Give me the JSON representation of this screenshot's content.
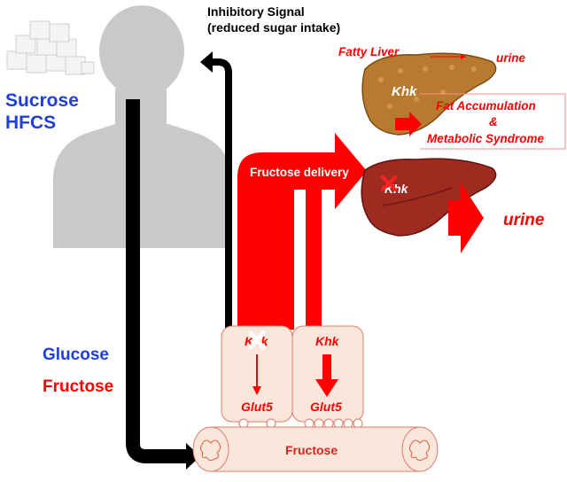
{
  "labels": {
    "inhibitory_line1": "Inhibitory Signal",
    "inhibitory_line2": "(reduced sugar intake)",
    "sucrose": "Sucrose",
    "hfcs": "HFCS",
    "glucose": "Glucose",
    "fructose_left": "Fructose",
    "fatty_liver": "Fatty Liver",
    "urine_top": "urine",
    "khk_liver": "Khk",
    "fat_accum_1": "Fat Accumulation",
    "fat_accum_amp": "&",
    "fat_accum_2": "Metabolic Syndrome",
    "fructose_delivery": "Fructose delivery",
    "khk_liver_ko": "Khk",
    "urine_right": "urine",
    "khk_cell_left": "Khk",
    "khk_cell_right": "Khk",
    "glut5_left": "Glut5",
    "glut5_right": "Glut5",
    "fructose_intestine": "Fructose"
  },
  "colors": {
    "red": "#ff0000",
    "blue": "#1f3fd9",
    "black": "#000000",
    "silhouette": "#c9c9c9",
    "cell_fill": "#fbe6dc",
    "cell_stroke": "#e07a6a",
    "liver_brown": "#b87a2e",
    "liver_red": "#9e2a20"
  },
  "icons": [
    "person-silhouette",
    "sugar-cubes",
    "fatty-liver",
    "healthy-liver",
    "knockout-x"
  ]
}
